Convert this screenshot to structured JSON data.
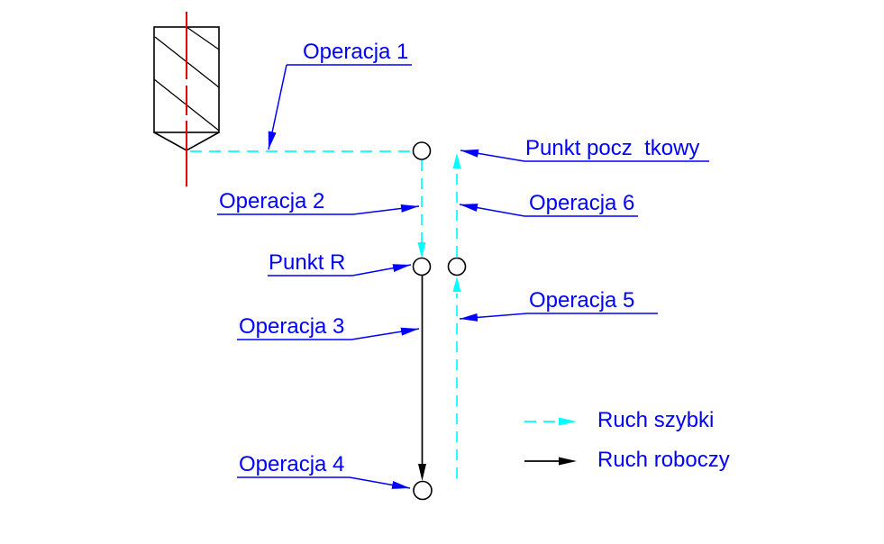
{
  "diagram_title": "Drilling cycle operations diagram",
  "labels": [
    {
      "id": "operacja-1",
      "text": "Operacja 1"
    },
    {
      "id": "punkt-poczatkowy",
      "text": "Punkt pocz  tkowy"
    },
    {
      "id": "operacja-2",
      "text": "Operacja 2"
    },
    {
      "id": "operacja-6",
      "text": "Operacja 6"
    },
    {
      "id": "punkt-r",
      "text": "Punkt R"
    },
    {
      "id": "operacja-5",
      "text": "Operacja 5"
    },
    {
      "id": "operacja-3",
      "text": "Operacja 3"
    },
    {
      "id": "operacja-4",
      "text": "Operacja 4"
    }
  ],
  "legend": {
    "rapid_label": "Ruch szybki",
    "working_label": "Ruch roboczy"
  },
  "icons": {
    "drill": "drill-tool-symbol",
    "node": "point-marker-circle"
  },
  "colors": {
    "label_blue": "#0000ff",
    "rapid_cyan": "#00ffff",
    "working_black": "#000000",
    "centerline_red": "#e00000",
    "background": "#ffffff"
  }
}
